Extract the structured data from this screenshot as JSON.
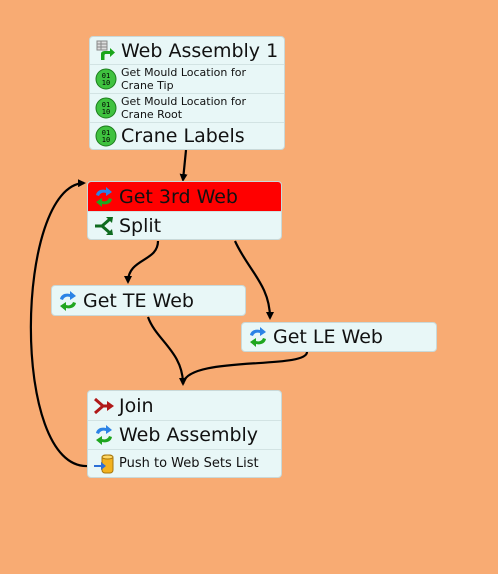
{
  "colors": {
    "background": "#f8ab73",
    "node_fill": "#e8f7f7",
    "active_row": "#ff0000",
    "edge": "#000000"
  },
  "nodes": {
    "web_assembly_group": {
      "rows": [
        {
          "label": "Web Assembly 1",
          "icon": "table-arrow-icon"
        },
        {
          "label": "Get Mould Location for Crane Tip",
          "icon": "binary-data-icon"
        },
        {
          "label": "Get Mould Location for Crane Root",
          "icon": "binary-data-icon"
        },
        {
          "label": "Crane Labels",
          "icon": "binary-data-icon"
        }
      ]
    },
    "get_3rd_web_group": {
      "rows": [
        {
          "label": "Get 3rd Web",
          "icon": "loop-arrows-icon",
          "active": true
        },
        {
          "label": "Split",
          "icon": "split-icon"
        }
      ]
    },
    "get_te_web": {
      "rows": [
        {
          "label": "Get TE Web",
          "icon": "loop-arrows-icon"
        }
      ]
    },
    "get_le_web": {
      "rows": [
        {
          "label": "Get LE Web",
          "icon": "loop-arrows-icon"
        }
      ]
    },
    "join_group": {
      "rows": [
        {
          "label": "Join",
          "icon": "join-arrow-icon"
        },
        {
          "label": "Web Assembly",
          "icon": "loop-arrows-icon"
        },
        {
          "label": "Push to Web Sets List",
          "icon": "push-list-icon"
        }
      ]
    }
  }
}
